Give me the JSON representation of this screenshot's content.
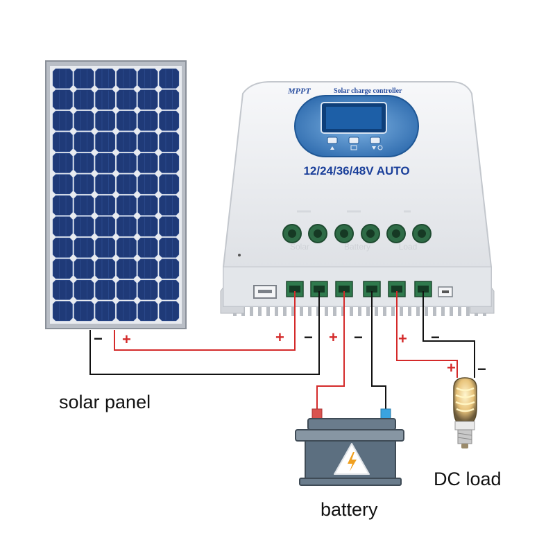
{
  "controller": {
    "brand": "MPPT",
    "model_text": "Solar charge controller",
    "voltage_label": "12/24/36/48V AUTO",
    "port_group_labels": [
      "Solar",
      "Battery",
      "Load"
    ]
  },
  "labels": {
    "solar_panel": "solar panel",
    "battery": "battery",
    "dc_load": "DC load"
  },
  "polarity": {
    "plus": "+",
    "minus": "−"
  },
  "colors": {
    "positive_wire": "#d42a2a",
    "negative_wire": "#111111",
    "panel_cell": "#1f3a78",
    "controller_body": "#eef0f3",
    "display_ring": "#2f6fb0",
    "terminal_green": "#2e6b46",
    "battery_body": "#5c6f80"
  },
  "icons": [
    "warning-bolt-icon",
    "usb-port-icon",
    "bulb-icon"
  ]
}
